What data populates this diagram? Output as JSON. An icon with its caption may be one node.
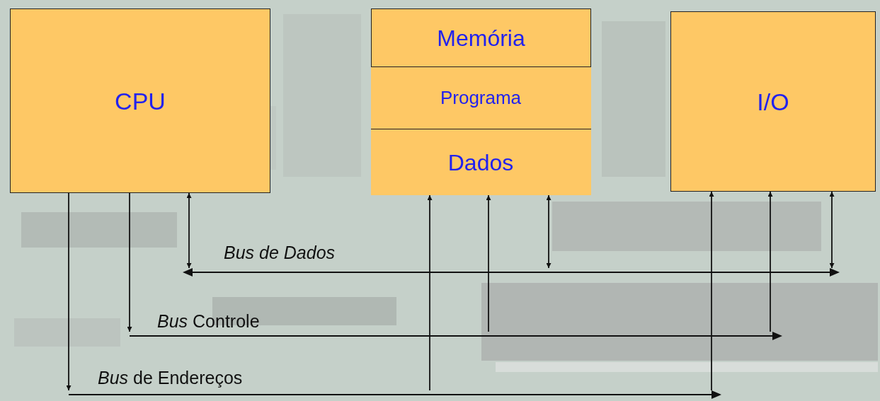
{
  "diagram": {
    "nodes": [
      {
        "text": [
          "CPU"
        ]
      },
      {
        "text": [
          "Memória"
        ]
      },
      {
        "text": [
          "Programa"
        ],
        "in": 1
      },
      {
        "text": [
          "Dados"
        ],
        "in": 1
      },
      {
        "text": [
          "I/O"
        ]
      },
      {
        "text": [],
        "shape": "bar",
        "beside": [
          "*Bus de Dados*"
        ]
      },
      {
        "text": [],
        "shape": "bar",
        "beside": [
          "*Bus* Controle"
        ]
      },
      {
        "text": [],
        "shape": "bar",
        "beside": [
          "*Bus* de Endereços"
        ]
      }
    ],
    "edges": [
      {
        "from": 0,
        "to": 7,
        "arrow": "to"
      },
      {
        "from": 0,
        "to": 6,
        "arrow": "to"
      },
      {
        "from": 0,
        "to": 5,
        "arrow": "both"
      },
      {
        "from": 7,
        "to": 1,
        "arrow": "to"
      },
      {
        "from": 6,
        "to": 1,
        "arrow": "to"
      },
      {
        "from": 1,
        "to": 5,
        "arrow": "both"
      },
      {
        "from": 7,
        "to": 4,
        "arrow": "to"
      },
      {
        "from": 6,
        "to": 4,
        "arrow": "to"
      },
      {
        "from": 4,
        "to": 5,
        "arrow": "both"
      }
    ]
  }
}
